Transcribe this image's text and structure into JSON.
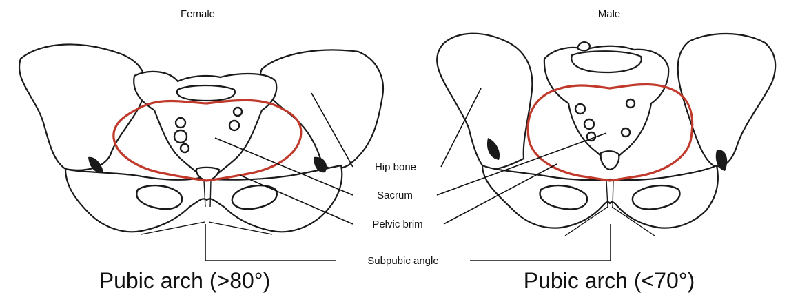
{
  "titles": {
    "female": "Female",
    "male": "Male"
  },
  "labels": {
    "hip_bone": "Hip bone",
    "sacrum": "Sacrum",
    "pelvic_brim": "Pelvic brim",
    "subpubic_angle": "Subpubic angle"
  },
  "captions": {
    "female": "Pubic arch (>80°)",
    "male": "Pubic arch (<70°)"
  },
  "colors": {
    "pelvic_brim": "#c0392b",
    "line": "#111111"
  }
}
